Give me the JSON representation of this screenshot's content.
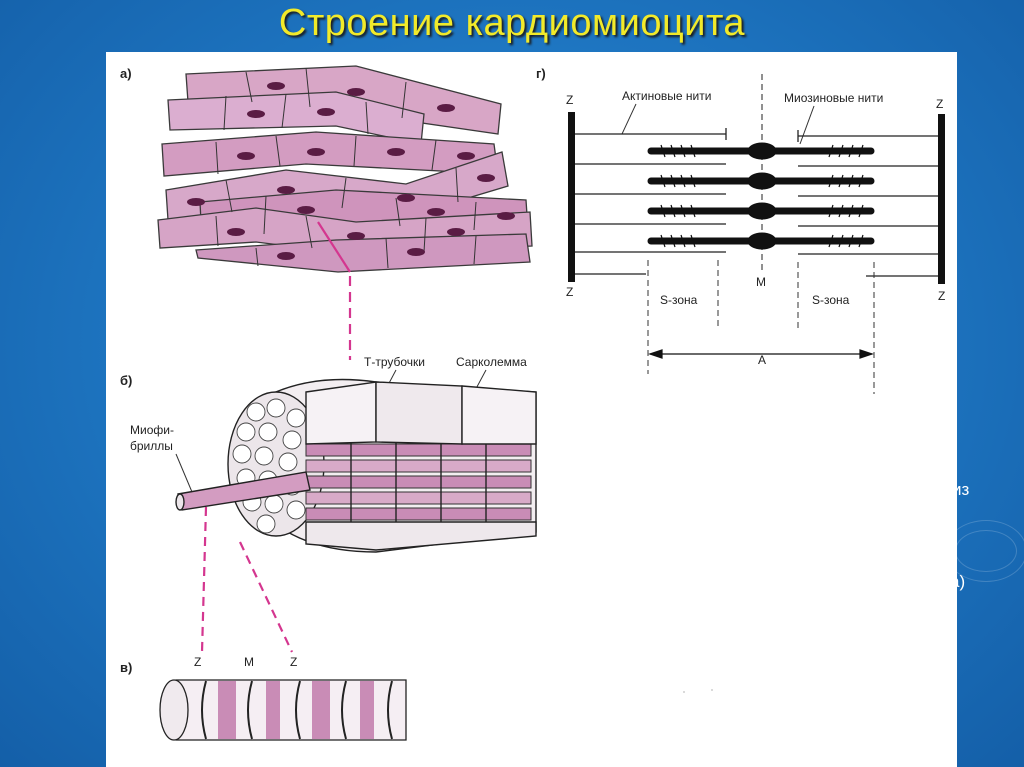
{
  "title": "Строение кардиомиоцита",
  "panels": {
    "a": {
      "letter": "а)"
    },
    "b": {
      "letter": "б)",
      "label_t_tubules": "Т-трубочки",
      "label_sarcolemma": "Сарколемма",
      "label_myofibrils_1": "Миофи-",
      "label_myofibrils_2": "бриллы"
    },
    "v": {
      "letter": "в)",
      "label_z1": "Z",
      "label_m": "M",
      "label_z2": "Z"
    },
    "g": {
      "letter": "г)",
      "label_actin": "Актиновые нити",
      "label_myosin": "Миозиновые нити",
      "label_z_tl": "Z",
      "label_z_tr": "Z",
      "label_z_bl": "Z",
      "label_z_br": "Z",
      "label_m": "M",
      "label_s_left": "S-зона",
      "label_s_right": "S-зона",
      "label_a": "A"
    }
  },
  "edge_fragments": {
    "frag1": "з",
    "frag2": "из",
    "frag3": "а)"
  },
  "colors": {
    "background": "#1f78c4",
    "title": "#f2ea2a",
    "accent_pink": "#d4368f"
  }
}
